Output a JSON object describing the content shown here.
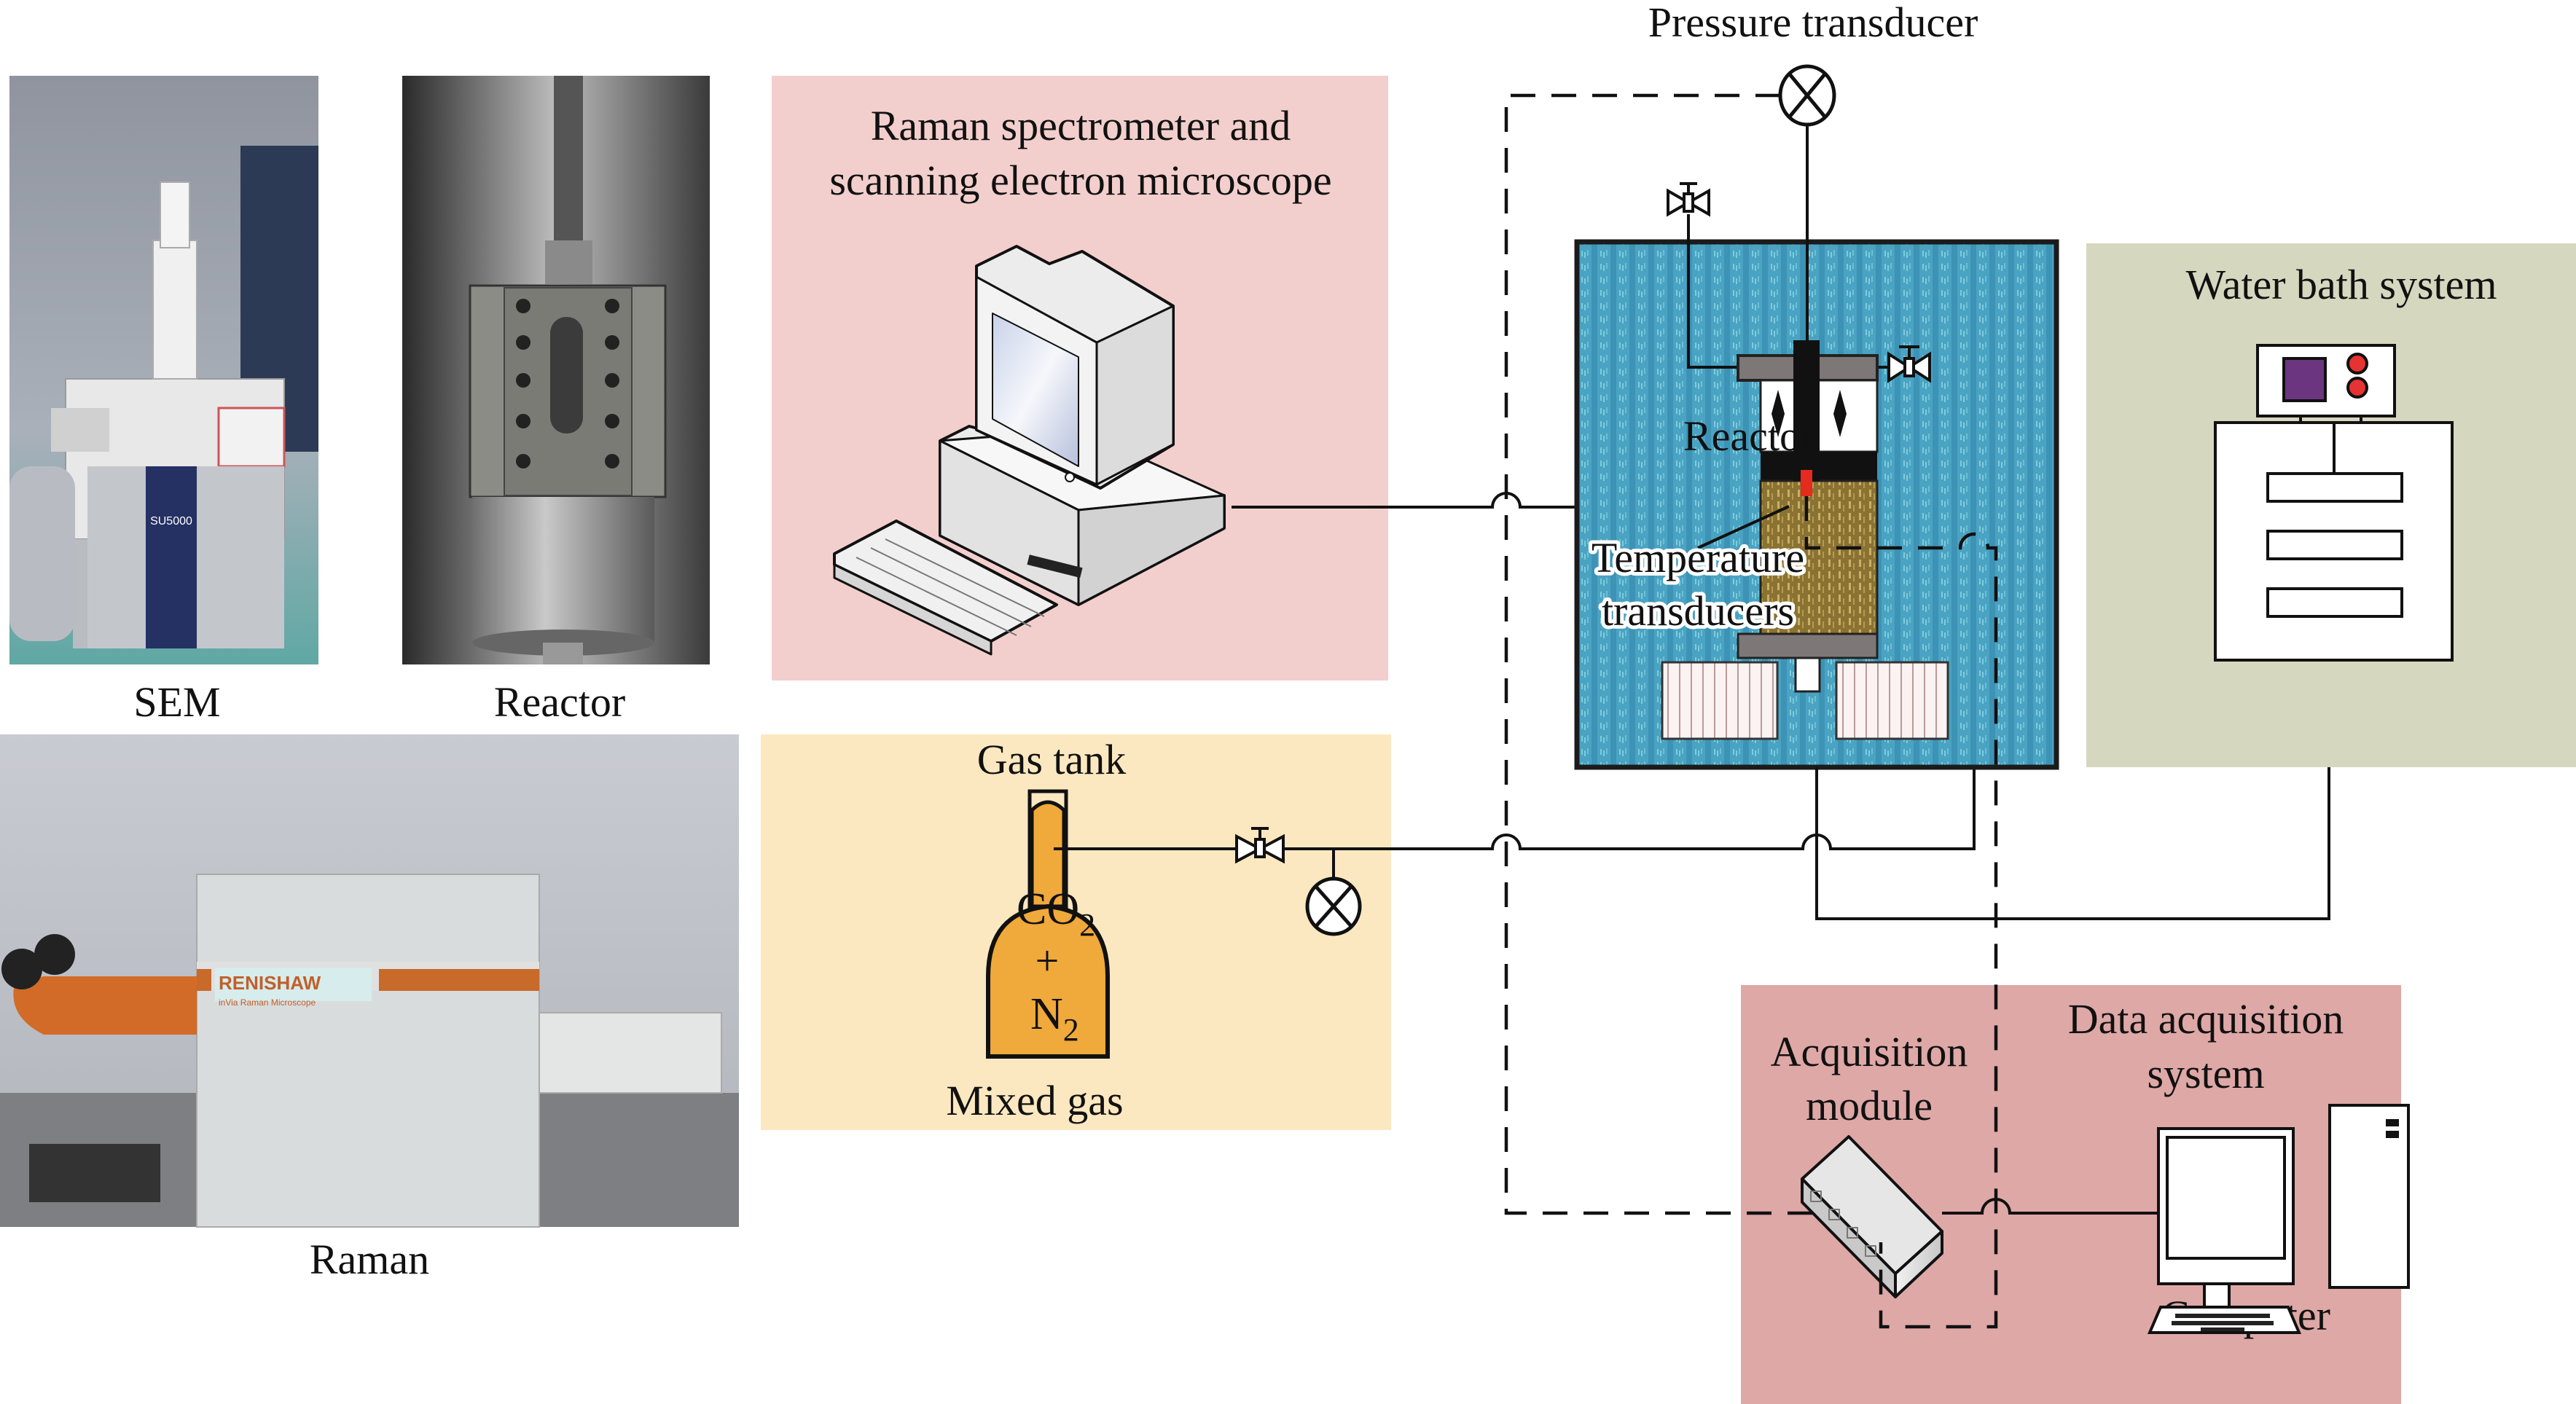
{
  "figure": {
    "title": "Experimental system schematic: gas hydrate reactor setup",
    "photos": [
      {
        "id": "sem",
        "caption": "SEM",
        "brand_text": "SU5000"
      },
      {
        "id": "reactor",
        "caption": "Reactor"
      },
      {
        "id": "raman",
        "caption": "Raman",
        "brand_text": "RENISHAW",
        "brand_subtext": "inVia Raman Microscope"
      }
    ],
    "panels": {
      "analysis": {
        "title_line1": "Raman spectrometer and",
        "title_line2": "scanning electron microscope",
        "icon": "desktop-computer-icon",
        "color": "#f2cfcd"
      },
      "gas_supply": {
        "title": "Gas tank",
        "gas_line1": "CO",
        "gas_line1_sub": "2",
        "gas_plus": "+",
        "gas_line2": "N",
        "gas_line2_sub": "2",
        "caption": "Mixed gas",
        "color": "#fce8c0",
        "tank_color": "#f0a93b"
      },
      "reactor_bath": {
        "reactor_label": "Reactor",
        "temp_label_line1": "Temperature",
        "temp_label_line2": "transducers",
        "water_color": "#4aa7c4",
        "sediment_color": "#9c8440",
        "sensor_color": "#e52a1e"
      },
      "water_bath": {
        "title": "Water bath system",
        "color": "#d6d7bf",
        "display_color": "#6b3580",
        "button_color": "#e53232"
      },
      "acquisition": {
        "module_line1": "Acquisition",
        "module_line2": "module",
        "system_line1": "Data acquisition",
        "system_line2": "system",
        "computer_label": "Computer",
        "color": "#dea8a6"
      }
    },
    "pressure_transducer_label": "Pressure transducer"
  }
}
